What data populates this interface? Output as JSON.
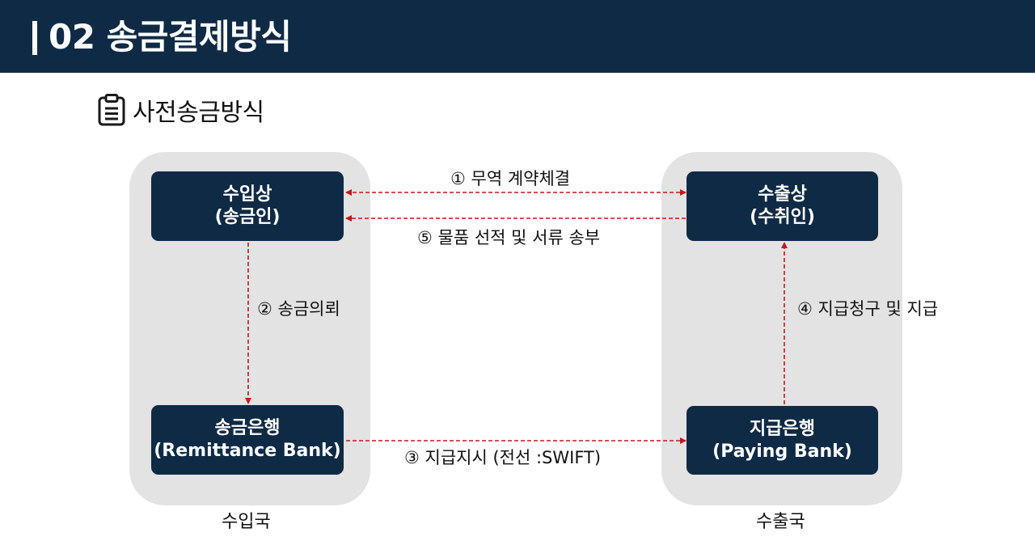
{
  "header": {
    "title": "02 송금결제방식",
    "background_color": "#0f2a44"
  },
  "section": {
    "title": "사전송금방식",
    "icon": "clipboard-icon"
  },
  "zones": {
    "importer_country": "수입국",
    "exporter_country": "수출국"
  },
  "nodes": {
    "importer": {
      "line1": "수입상",
      "line2": "(송금인)"
    },
    "exporter": {
      "line1": "수출상",
      "line2": "(수취인)"
    },
    "remitting_bank": {
      "line1": "송금은행",
      "line2": "(Remittance Bank)"
    },
    "paying_bank": {
      "line1": "지급은행",
      "line2": "(Paying Bank)"
    }
  },
  "steps": {
    "step1": "① 무역 계약체결",
    "step2": "② 송금의뢰",
    "step3": "③ 지급지시 (전선 :SWIFT)",
    "step4": "④ 지급청구 및 지급",
    "step5": "⑤ 물품 선적 및 서류 송부"
  },
  "colors": {
    "node_fill": "#0f2a44",
    "zone_fill": "#e3e3e3",
    "arrow": "#c4161c"
  }
}
